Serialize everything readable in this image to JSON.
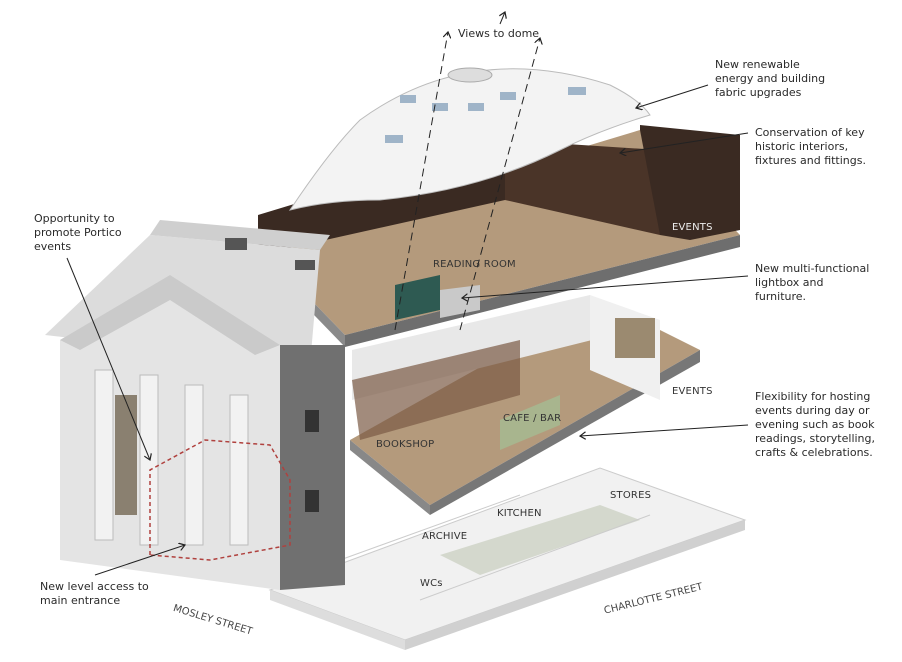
{
  "annotations": {
    "views_to_dome": "Views to dome",
    "renewable": [
      "New renewable",
      "energy and building",
      "fabric upgrades"
    ],
    "conservation": [
      "Conservation of key",
      "historic interiors,",
      "fixtures and fittings."
    ],
    "lightbox": [
      "New multi-functional",
      "lightbox and",
      "furniture."
    ],
    "flexibility": [
      "Flexibility for hosting",
      "events during day or",
      "evening such as book",
      "readings, storytelling,",
      "crafts & celebrations."
    ],
    "portico_events": [
      "Opportunity to",
      "promote Portico",
      "events"
    ],
    "level_access": [
      "New level access to",
      "main entrance"
    ]
  },
  "rooms": {
    "reading_room": "READING ROOM",
    "events_top": "EVENTS",
    "events_mid": "EVENTS",
    "bookshop": "BOOKSHOP",
    "cafe_bar": "CAFE / BAR",
    "stores": "STORES",
    "kitchen": "KITCHEN",
    "archive": "ARCHIVE",
    "wcs": "WCs"
  },
  "streets": {
    "mosley": "MOSLEY STREET",
    "charlotte": "CHARLOTTE STREET"
  },
  "colors": {
    "floor": "#b49a7c",
    "shelves": "#3a2a22",
    "wall": "#e9e9e9",
    "annotation_line": "#222222",
    "access_outline": "#b0413e"
  }
}
